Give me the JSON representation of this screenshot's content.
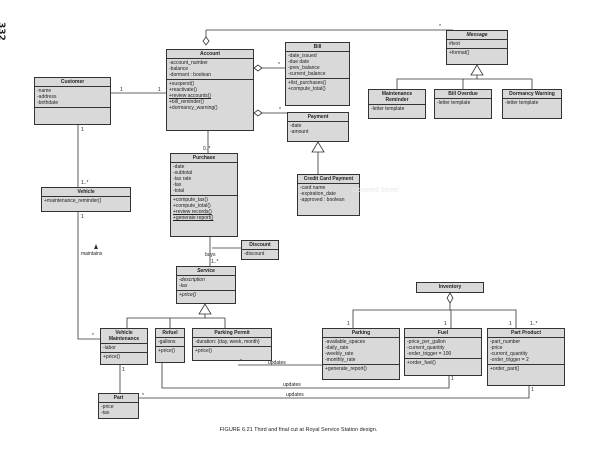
{
  "page_number": "332",
  "watermark": "Covered Street",
  "caption": "FIGURE 6.21    Third and final cut at Royal Service Station design.",
  "classes": {
    "customer": {
      "name": "Customer",
      "attrs": [
        "-name",
        "-address",
        "-birthdate"
      ],
      "ops": []
    },
    "account": {
      "name": "Account",
      "attrs": [
        "-account_number",
        "-balance",
        "-dormant : boolean"
      ],
      "ops": [
        "+suspend()",
        "+reactivate()",
        "+review accounts()",
        "+bill_reminder()",
        "+dormancy_warning()"
      ]
    },
    "bill": {
      "name": "Bill",
      "attrs": [
        "-date_issued",
        "-due date",
        "-prev_balance",
        "-current_balance"
      ],
      "ops": [
        "+list_purchases()",
        "+compute_total()"
      ]
    },
    "message": {
      "name": "Message",
      "attrs": [
        "#text"
      ],
      "ops": [
        "+format()"
      ]
    },
    "maint_reminder": {
      "name": "Maintenance Reminder",
      "attrs": [
        "-letter template"
      ]
    },
    "bill_overdue": {
      "name": "Bill Overdue",
      "attrs": [
        "-letter template"
      ]
    },
    "dormancy_warning": {
      "name": "Dormancy Warning",
      "attrs": [
        "-letter template"
      ]
    },
    "payment": {
      "name": "Payment",
      "attrs": [
        "-date",
        "-amount"
      ]
    },
    "credit_card": {
      "name": "Credit Card Payment",
      "attrs": [
        "-card name",
        "-expiration_date",
        "-approved : boolean"
      ]
    },
    "vehicle": {
      "name": "Vehicle",
      "ops": [
        "+maintenance_reminder()"
      ]
    },
    "purchase": {
      "name": "Purchase",
      "attrs": [
        "-date",
        "-subtotal",
        "-tax rate",
        "-tax",
        "-total"
      ],
      "ops": [
        "+compute_tax()",
        "+compute_total()",
        "+review records()",
        "+generate report()"
      ]
    },
    "discount": {
      "name": "Discount",
      "attrs": [
        "-discount"
      ]
    },
    "service": {
      "name": "Service",
      "attrs": [
        "-description",
        "-tax"
      ],
      "ops": [
        "+price()"
      ]
    },
    "inventory": {
      "name": "Inventory"
    },
    "vehicle_maint": {
      "name": "Vehicle Maintenance",
      "attrs": [
        "-labor"
      ],
      "ops": [
        "+price()"
      ]
    },
    "refuel": {
      "name": "Refuel",
      "attrs": [
        "-gallons"
      ],
      "ops": [
        "+price()"
      ]
    },
    "parking_permit": {
      "name": "Parking Permit",
      "attrs": [
        "-duration: {day, week, month}"
      ],
      "ops": [
        "+price()"
      ]
    },
    "parking": {
      "name": "Parking",
      "attrs": [
        "-available_spaces",
        "-daily_rate",
        "-weekly_rate",
        "-monthly_rate"
      ],
      "ops": [
        "+generate_report()"
      ]
    },
    "fuel": {
      "name": "Fuel",
      "attrs": [
        "-price_per_gallon",
        "-current_quantity",
        "-order_trigger = 100"
      ],
      "ops": [
        "+order_fuel()"
      ]
    },
    "part_product": {
      "name": "Part Product",
      "attrs": [
        "-part_number",
        "-price",
        "-current_quantity",
        "-order_trigger = 2"
      ],
      "ops": [
        "+order_part()"
      ]
    },
    "part": {
      "name": "Part",
      "attrs": [
        "-price",
        "-tax"
      ]
    }
  },
  "labels": {
    "cust_acc_left": "1",
    "cust_acc_right": "1",
    "msg_star": "*",
    "bill_star": "*",
    "pay_star": "*",
    "acc_pur_star": "0..*",
    "cust_one": "1",
    "veh_many": "1..*",
    "veh_one": "1",
    "veh_maintains": "maintains",
    "veh_star": "*",
    "buys": "buys",
    "svc_many": "1..*",
    "upd_permit": "updates",
    "upd_refuel": "updates",
    "upd_part": "updates",
    "star_pp": "*",
    "one_park": "1",
    "one_fuel": "1",
    "one_part": "1",
    "part_prod_many": "1..*",
    "part_star": "*",
    "one_vm": "1",
    "one_pp_bottom": "1",
    "one_fuel_bottom": "1"
  }
}
